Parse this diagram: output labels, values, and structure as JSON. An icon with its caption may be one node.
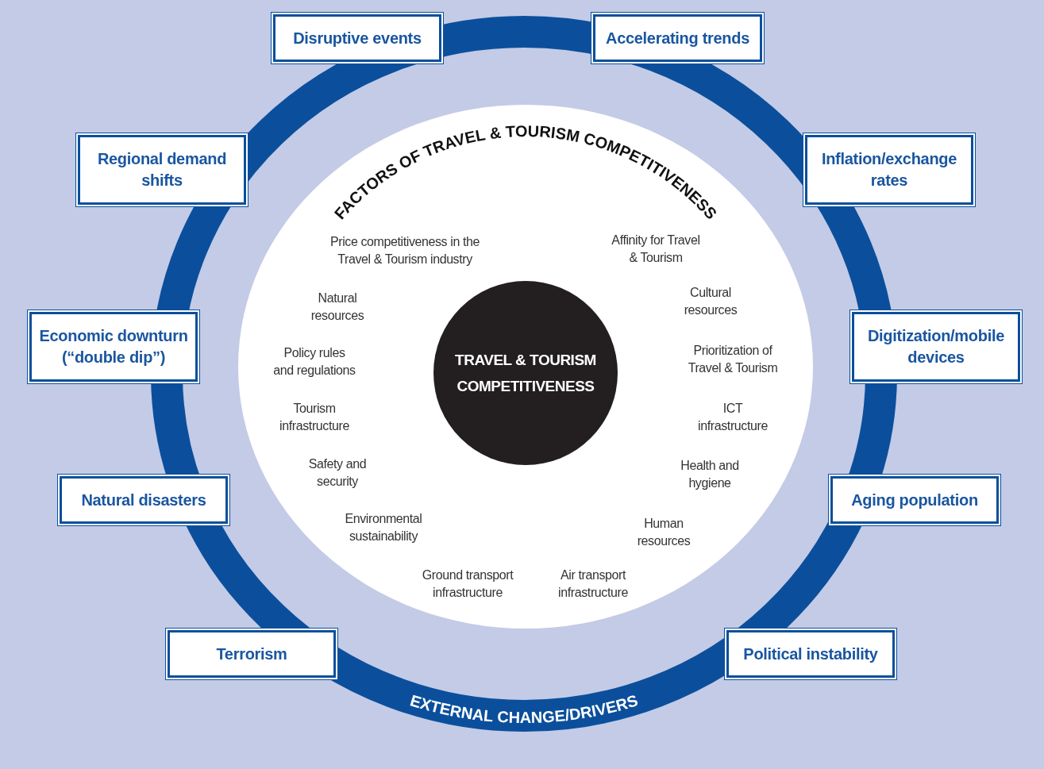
{
  "diagram": {
    "nodes": [
      {
        "text": [
          "EXTERNAL CHANGE/DRIVERS"
        ]
      },
      {
        "text": [
          "FACTORS OF TRAVEL & TOURISM COMPETITIVENESS"
        ],
        "in": 0
      },
      {
        "text": [
          "TRAVEL & TOURISM COMPETITIVENESS"
        ],
        "in": 1
      },
      {
        "text": [
          "Disruptive events"
        ]
      },
      {
        "text": [
          "Accelerating trends"
        ]
      },
      {
        "text": [
          "Regional demand shifts"
        ]
      },
      {
        "text": [
          "Inflation/exchange rates"
        ]
      },
      {
        "text": [
          "Economic downturn (“double dip”)"
        ]
      },
      {
        "text": [
          "Digitization/mobile devices"
        ]
      },
      {
        "text": [
          "Natural disasters"
        ]
      },
      {
        "text": [
          "Aging population"
        ]
      },
      {
        "text": [
          "Terrorism"
        ]
      },
      {
        "text": [
          "Political instability"
        ]
      }
    ],
    "labels": [
      "Price competitiveness in the Travel & Tourism industry",
      "Affinity for Travel & Tourism",
      "Natural resources",
      "Cultural resources",
      "Policy rules and regulations",
      "Prioritization of Travel & Tourism",
      "Tourism infrastructure",
      "ICT infrastructure",
      "Safety and security",
      "Health and hygiene",
      "Environmental sustainability",
      "Human resources",
      "Ground transport infrastructure",
      "Air transport infrastructure"
    ]
  }
}
